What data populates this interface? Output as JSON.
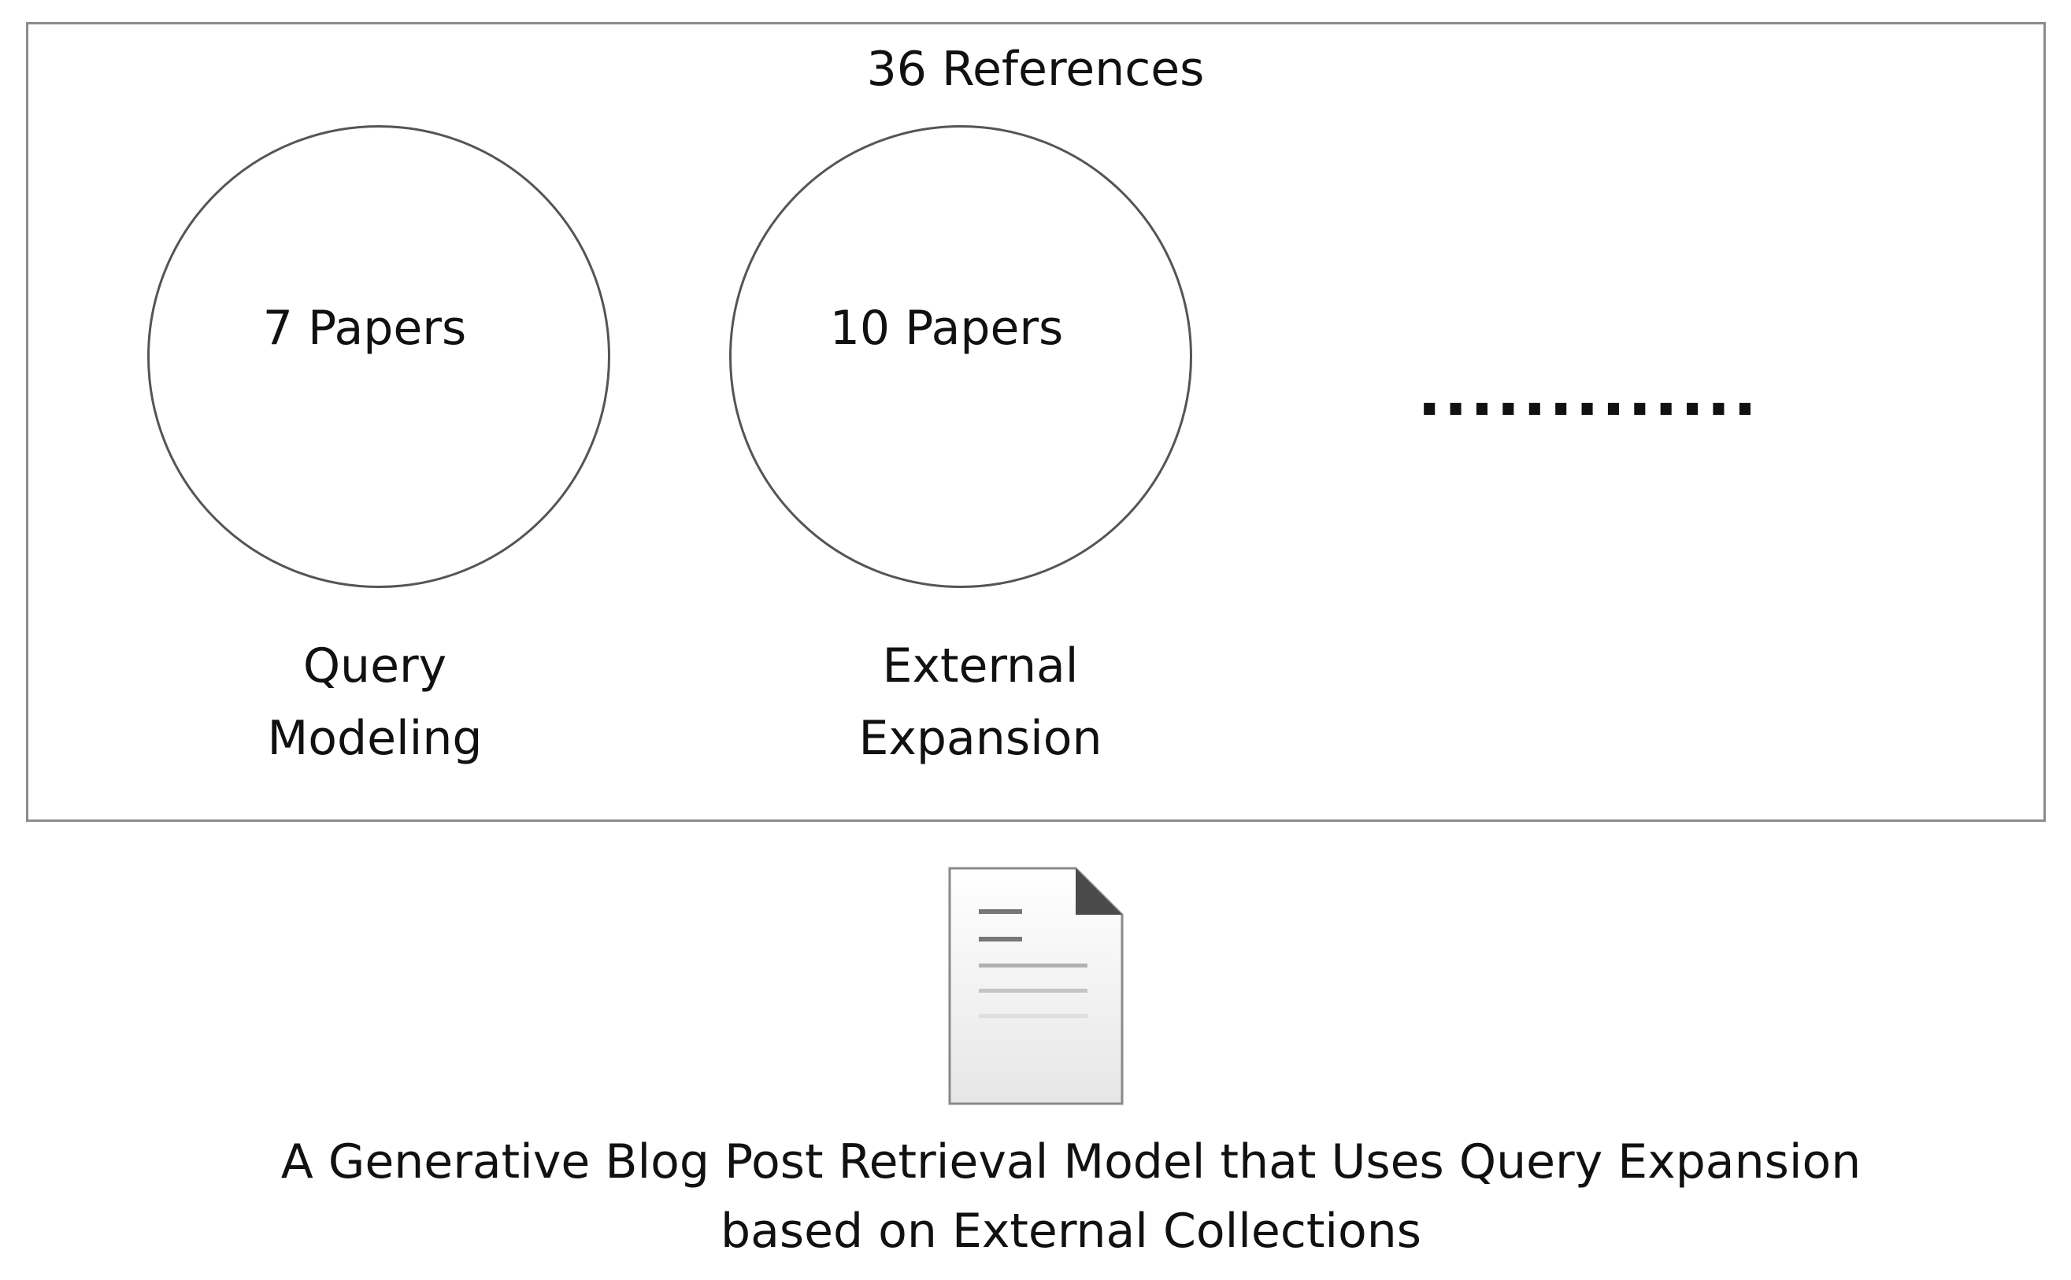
{
  "diagram": {
    "references_title": "36 References",
    "groups": [
      {
        "count": "7 Papers",
        "label_lines": [
          "Query",
          "Modeling"
        ]
      },
      {
        "count": "10 Papers",
        "label_lines": [
          "External",
          "Expansion"
        ]
      }
    ],
    "ellipsis": ".............",
    "document_icon": "document-icon",
    "caption_lines": [
      "A Generative Blog Post Retrieval Model that Uses Query Expansion",
      "based on External Collections"
    ]
  }
}
